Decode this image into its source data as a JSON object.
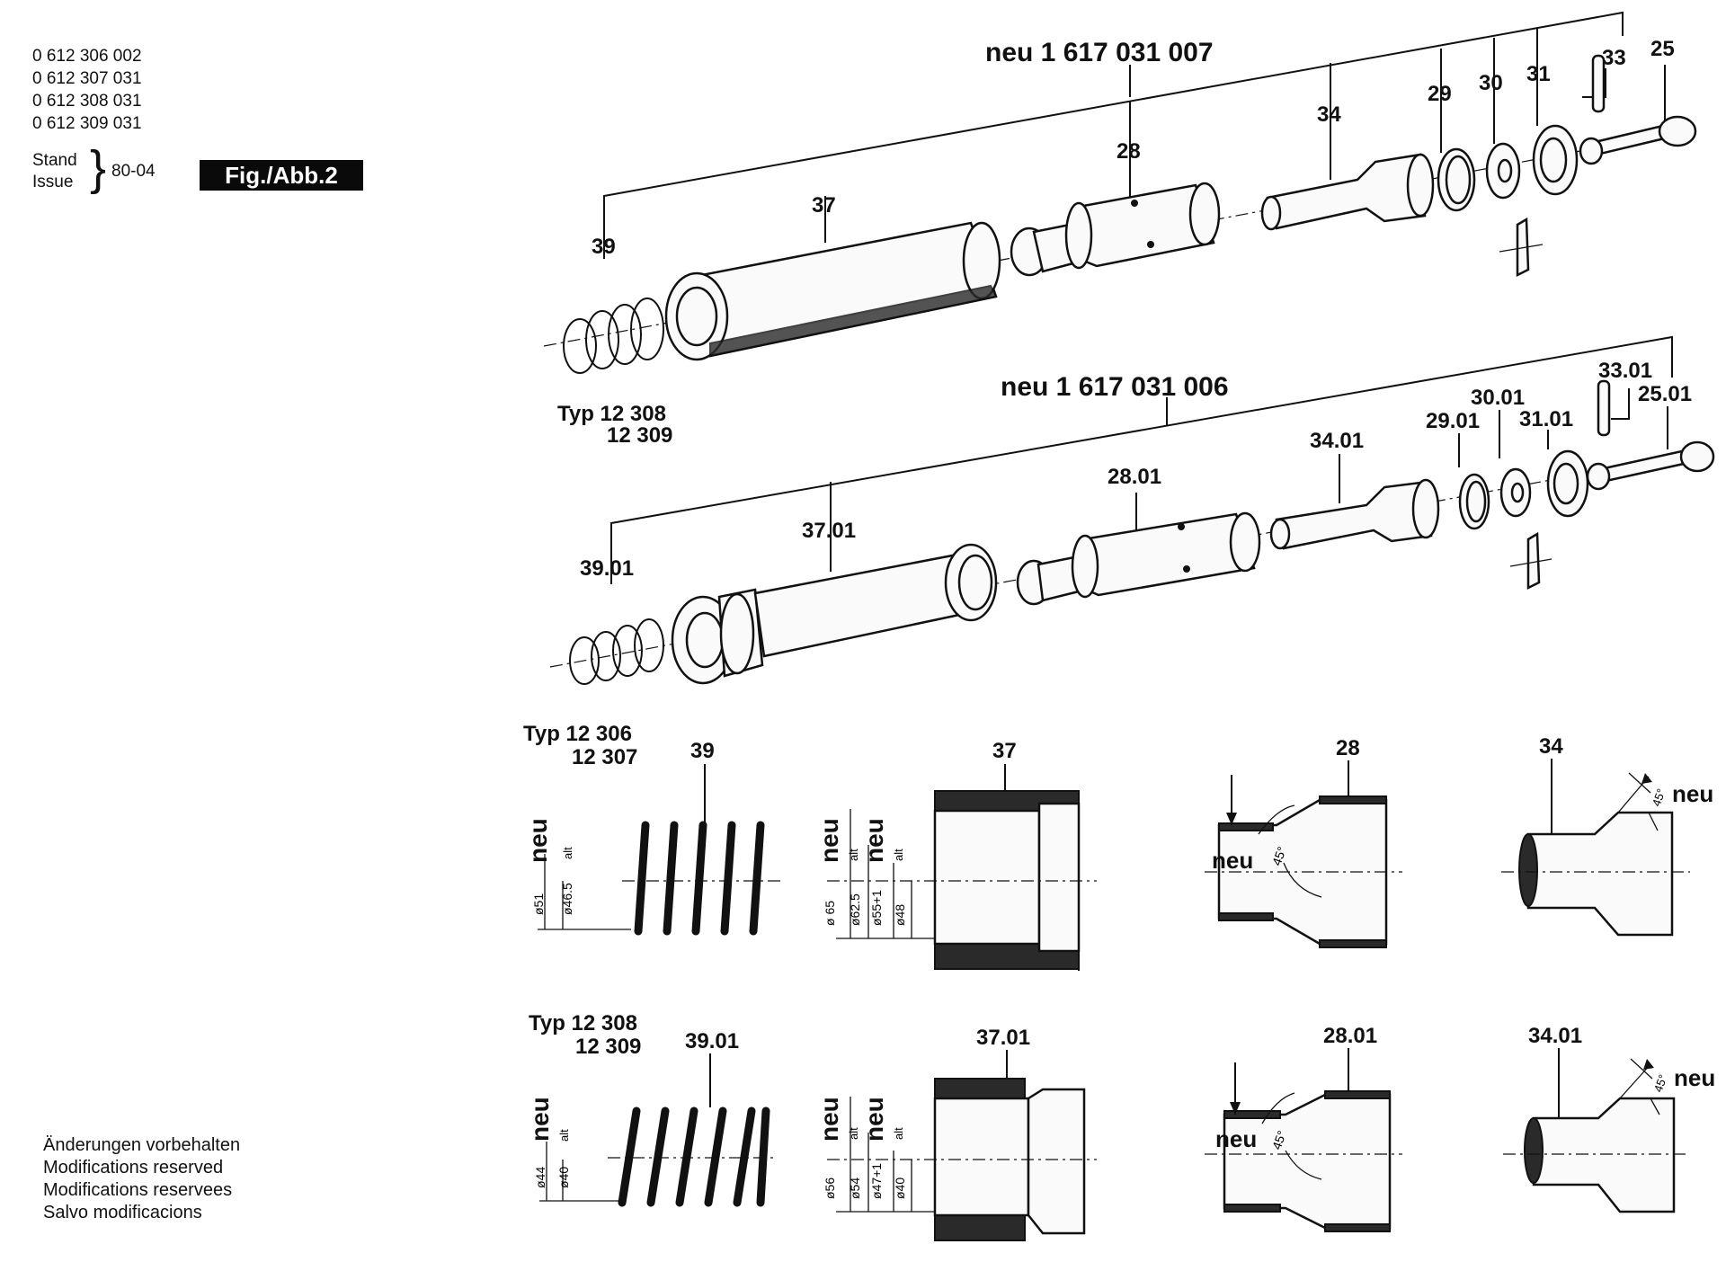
{
  "header": {
    "product_codes": [
      "0 612 306 002",
      "0 612 307 031",
      "0 612 308 031",
      "0 612 309 031"
    ],
    "stand_label": "Stand",
    "issue_label": "Issue",
    "issue_date": "80-04",
    "figure_label": "Fig./Abb.2"
  },
  "footer": {
    "modifications": [
      "Änderungen vorbehalten",
      "Modifications reserved",
      "Modifications reservees",
      "Salvo modificacions"
    ]
  },
  "assembly_top": {
    "kit_label": "neu 1  617  031 007",
    "parts": [
      "39",
      "37",
      "28",
      "34",
      "29",
      "30",
      "31",
      "33",
      "25"
    ]
  },
  "assembly_bottom": {
    "type_label_1": "Typ  12 308",
    "type_label_2": "12 309",
    "kit_label": "neu 1 617 031 006",
    "parts": [
      "39.01",
      "37.01",
      "28.01",
      "34.01",
      "29.01",
      "30.01",
      "31.01",
      "33.01",
      "25.01"
    ]
  },
  "detail_row_1": {
    "type_label_1": "Typ  12 306",
    "type_label_2": "12 307",
    "spring_label": "39",
    "cylinder_label": "37",
    "piston_label": "28",
    "striker_label": "34",
    "spring_dims": {
      "neu": "neu",
      "new_dia": "ø51",
      "old_dia": "ø46.5",
      "alt": "alt"
    },
    "cylinder_dims": {
      "neu": "neu",
      "new_outer": "ø 65",
      "old_outer": "ø62.5",
      "alt": "alt",
      "neu2": "neu",
      "new_inner": "ø55+1",
      "old_inner": "ø48",
      "alt2": "alt"
    },
    "piston_neu": "neu",
    "piston_angle": "45°",
    "striker_neu": "neu",
    "striker_angle": "45°"
  },
  "detail_row_2": {
    "type_label_1": "Typ  12 308",
    "type_label_2": "12 309",
    "spring_label": "39.01",
    "cylinder_label": "37.01",
    "piston_label": "28.01",
    "striker_label": "34.01",
    "spring_dims": {
      "neu": "neu",
      "new_dia": "ø44",
      "old_dia": "ø40",
      "alt": "alt"
    },
    "cylinder_dims": {
      "neu": "neu",
      "new_outer": "ø56",
      "old_outer": "ø54",
      "alt": "alt",
      "neu2": "neu",
      "new_inner": "ø47+1",
      "old_inner": "ø40",
      "alt2": "alt"
    },
    "piston_neu": "neu",
    "piston_angle": "45°",
    "striker_neu": "neu",
    "striker_angle": "45°"
  }
}
